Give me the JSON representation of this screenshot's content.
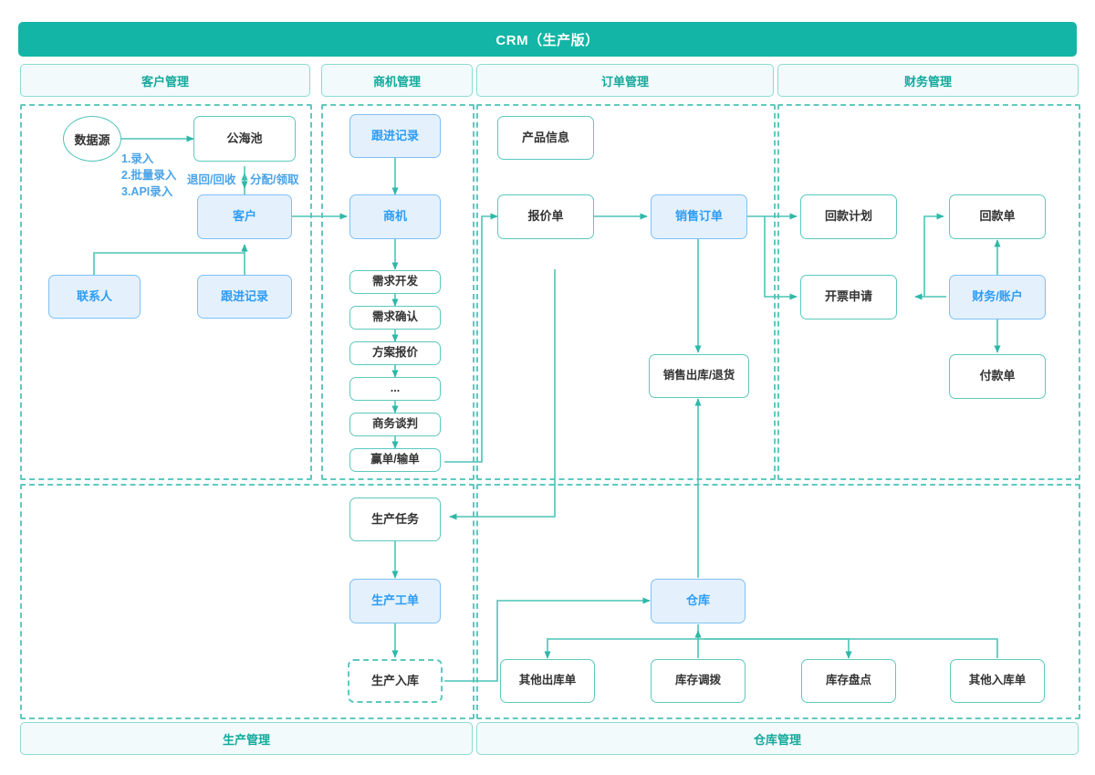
{
  "header": {
    "title": "CRM（生产版）",
    "accent": "#13b5a6"
  },
  "colors": {
    "teal": "#13b5a6",
    "teal_border": "#5cc9bf",
    "pill_bg": "#f2fafc",
    "pill_text": "#13a99b",
    "blue_node_bg": "#e4f1fd",
    "blue_node_border": "#7fc0f5",
    "blue_node_text": "#2e9cf4",
    "anno_text": "#4aa3e8",
    "node_text": "#333333"
  },
  "sections": [
    {
      "id": "customer",
      "label": "客户管理"
    },
    {
      "id": "opportunity",
      "label": "商机管理"
    },
    {
      "id": "order",
      "label": "订单管理"
    },
    {
      "id": "finance",
      "label": "财务管理"
    },
    {
      "id": "production",
      "label": "生产管理"
    },
    {
      "id": "warehouse",
      "label": "仓库管理"
    }
  ],
  "nodes": {
    "data_source": {
      "label": "数据源",
      "style": "circle"
    },
    "public_pool": {
      "label": "公海池",
      "style": "white"
    },
    "customer": {
      "label": "客户",
      "style": "blue"
    },
    "contact": {
      "label": "联系人",
      "style": "blue"
    },
    "follow_record_c": {
      "label": "跟进记录",
      "style": "blue"
    },
    "follow_record_o": {
      "label": "跟进记录",
      "style": "blue"
    },
    "opportunity": {
      "label": "商机",
      "style": "blue"
    },
    "stage_1": {
      "label": "需求开发",
      "style": "white"
    },
    "stage_2": {
      "label": "需求确认",
      "style": "white"
    },
    "stage_3": {
      "label": "方案报价",
      "style": "white"
    },
    "stage_4": {
      "label": "...",
      "style": "white"
    },
    "stage_5": {
      "label": "商务谈判",
      "style": "white"
    },
    "stage_6": {
      "label": "赢单/输单",
      "style": "white"
    },
    "product_info": {
      "label": "产品信息",
      "style": "white"
    },
    "quotation": {
      "label": "报价单",
      "style": "white"
    },
    "sales_order": {
      "label": "销售订单",
      "style": "blue"
    },
    "sales_out_return": {
      "label": "销售出库/退货",
      "style": "white"
    },
    "payment_plan": {
      "label": "回款计划",
      "style": "white"
    },
    "invoice_request": {
      "label": "开票申请",
      "style": "white"
    },
    "receipt_note": {
      "label": "回款单",
      "style": "white"
    },
    "finance_account": {
      "label": "财务/账户",
      "style": "blue"
    },
    "payment_note": {
      "label": "付款单",
      "style": "white"
    },
    "prod_task": {
      "label": "生产任务",
      "style": "white"
    },
    "prod_work_order": {
      "label": "生产工单",
      "style": "blue"
    },
    "prod_stock_in": {
      "label": "生产入库",
      "style": "dashed"
    },
    "warehouse": {
      "label": "仓库",
      "style": "blue"
    },
    "other_out": {
      "label": "其他出库单",
      "style": "white"
    },
    "stock_transfer": {
      "label": "库存调拨",
      "style": "white"
    },
    "stock_check": {
      "label": "库存盘点",
      "style": "white"
    },
    "other_in": {
      "label": "其他入库单",
      "style": "white"
    }
  },
  "annotations": {
    "entry_methods": "1.录入\n2.批量录入\n3.API录入",
    "pool_left": "退回/回收",
    "pool_right": "分配/领取"
  }
}
